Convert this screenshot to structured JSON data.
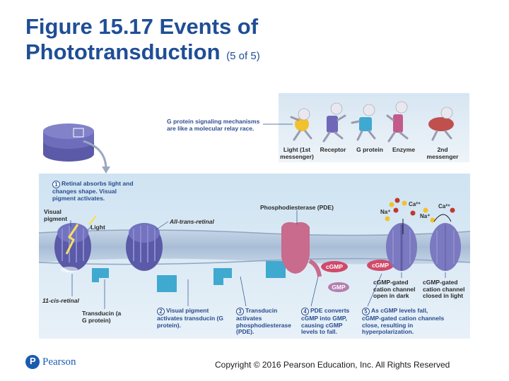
{
  "title": {
    "main": "Figure 15.17 Events of Phototransduction",
    "suffix": "(5 of 5)"
  },
  "relay": {
    "caption": "G protein signaling mechanisms are like a molecular relay race.",
    "runners": [
      "Light (1st messenger)",
      "Receptor",
      "G protein",
      "Enzyme",
      "2nd messenger"
    ]
  },
  "labels": {
    "visual_pigment": "Visual pigment",
    "light": "Light",
    "all_trans_retinal": "All-trans-retinal",
    "pde": "Phosphodiesterase (PDE)",
    "cis_retinal": "11-cis-retinal",
    "transducin": "Transducin (a G protein)",
    "cgmp_a": "cGMP",
    "cgmp_b": "cGMP",
    "gmp": "GMP",
    "channel_open": "cGMP-gated cation channel open in dark",
    "channel_closed": "cGMP-gated cation channel closed in light"
  },
  "ions": {
    "ca1": "Ca²⁺",
    "ca2": "Ca²⁺",
    "na1": "Na⁺",
    "na2": "Na⁺"
  },
  "steps": [
    {
      "n": "1",
      "text": "Retinal absorbs light and changes shape. Visual pigment activates."
    },
    {
      "n": "2",
      "text": "Visual pigment activates transducin (G protein)."
    },
    {
      "n": "3",
      "text": "Transducin activates phosphodiesterase (PDE)."
    },
    {
      "n": "4",
      "text": "PDE converts cGMP into GMP, causing cGMP levels to fall."
    },
    {
      "n": "5",
      "text": "As cGMP levels fall, cGMP-gated cation channels close, resulting in hyperpolarization."
    }
  ],
  "footer": {
    "brand": "Pearson",
    "copyright": "Copyright © 2016 Pearson Education, Inc. All Rights Reserved"
  },
  "colors": {
    "title": "#1f4e96",
    "membrane": "#b9cbe0",
    "protein_purple": "#5a5aa8",
    "pde_pink": "#c86b8c",
    "transducin_blue": "#3fa9cf",
    "channel_purple": "#7b79c0"
  }
}
